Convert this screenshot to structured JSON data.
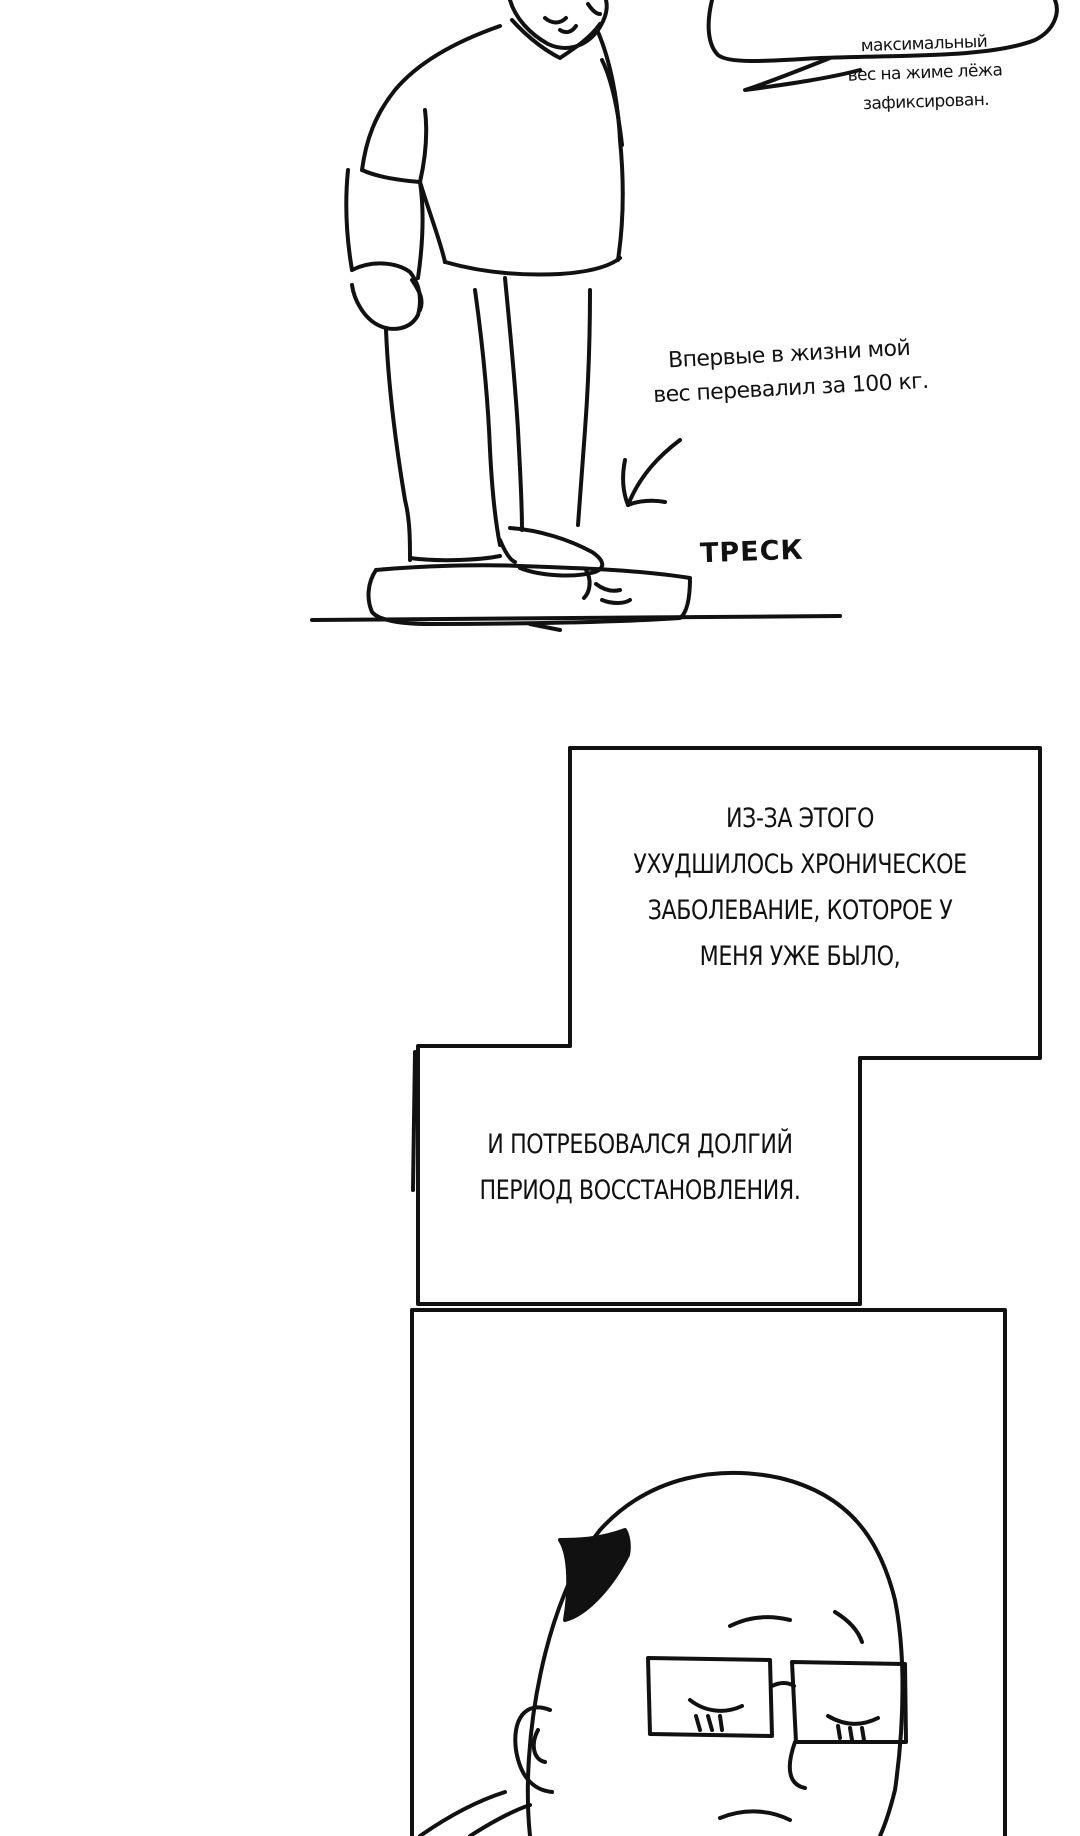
{
  "speech_bubble": {
    "text": "максимальный\nвес на жиме лёжа\nзафиксирован."
  },
  "narration_note": {
    "text": "Впервые в жизни мой\nвес перевалил за 100 кг."
  },
  "sound_effect": {
    "text": "ТРЕСК"
  },
  "caption_boxes": [
    {
      "text": "ИЗ-ЗА ЭТОГО\nУХУДШИЛОСЬ ХРОНИЧЕСКОЕ\nЗАБОЛЕВАНИЕ, КОТОРОЕ У\nМЕНЯ УЖЕ БЫЛО,"
    },
    {
      "text": "И ПОТРЕБОВАЛСЯ ДОЛГИЙ\nПЕРИОД ВОССТАНОВЛЕНИЯ."
    }
  ],
  "colors": {
    "ink": "#111111",
    "paper": "#ffffff"
  }
}
